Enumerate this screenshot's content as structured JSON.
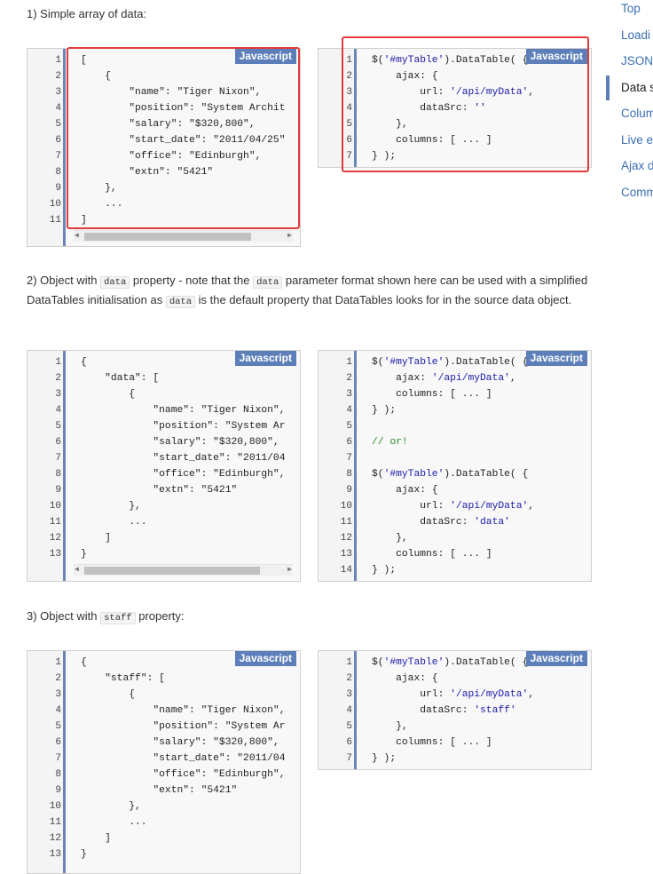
{
  "toc": [
    {
      "label": "Top",
      "active": false
    },
    {
      "label": "Loadi",
      "active": false
    },
    {
      "label": "JSON",
      "active": false
    },
    {
      "label": "Data s",
      "active": true
    },
    {
      "label": "Colum",
      "active": false
    },
    {
      "label": "Live e",
      "active": false
    },
    {
      "label": "Ajax d",
      "active": false
    },
    {
      "label": "Comm",
      "active": false
    }
  ],
  "lang_label": "Javascript",
  "sections": [
    {
      "heading": "1) Simple array of data:",
      "heading_parts": []
    },
    {
      "heading": "",
      "heading_parts": [
        {
          "t": "2) Object with "
        },
        {
          "c": "data"
        },
        {
          "t": " property - note that the "
        },
        {
          "c": "data"
        },
        {
          "t": " parameter format shown here can be used with a simplified DataTables initialisation as "
        },
        {
          "c": "data"
        },
        {
          "t": " is the default property that DataTables looks for in the source data object."
        }
      ]
    },
    {
      "heading": "",
      "heading_parts": [
        {
          "t": "3) Object with "
        },
        {
          "c": "staff"
        },
        {
          "t": " property:"
        }
      ]
    }
  ],
  "code": {
    "s1_json": [
      "[",
      "    {",
      "        \"name\": \"Tiger Nixon\",",
      "        \"position\": \"System Archit",
      "        \"salary\": \"$320,800\",",
      "        \"start_date\": \"2011/04/25\"",
      "        \"office\": \"Edinburgh\",",
      "        \"extn\": \"5421\"",
      "    },",
      "    ...",
      "]"
    ],
    "s1_js": [
      "$('#myTable').DataTable( {",
      "    ajax: {",
      "        url: '/api/myData',",
      "        dataSrc: ''",
      "    },",
      "    columns: [ ... ]",
      "} );"
    ],
    "s2_json": [
      "{",
      "    \"data\": [",
      "        {",
      "            \"name\": \"Tiger Nixon\",",
      "            \"position\": \"System Ar",
      "            \"salary\": \"$320,800\",",
      "            \"start_date\": \"2011/04",
      "            \"office\": \"Edinburgh\",",
      "            \"extn\": \"5421\"",
      "        },",
      "        ...",
      "    ]",
      "}"
    ],
    "s2_js": [
      "$('#myTable').DataTable( {",
      "    ajax: '/api/myData',",
      "    columns: [ ... ]",
      "} );",
      "",
      "// or!",
      "",
      "$('#myTable').DataTable( {",
      "    ajax: {",
      "        url: '/api/myData',",
      "        dataSrc: 'data'",
      "    },",
      "    columns: [ ... ]",
      "} );"
    ],
    "s3_json": [
      "{",
      "    \"staff\": [",
      "        {",
      "            \"name\": \"Tiger Nixon\",",
      "            \"position\": \"System Ar",
      "            \"salary\": \"$320,800\",",
      "            \"start_date\": \"2011/04",
      "            \"office\": \"Edinburgh\",",
      "            \"extn\": \"5421\"",
      "        },",
      "        ...",
      "    ]",
      "}"
    ],
    "s3_js": [
      "$('#myTable').DataTable( {",
      "    ajax: {",
      "        url: '/api/myData',",
      "        dataSrc: 'staff'",
      "    },",
      "    columns: [ ... ]",
      "} );"
    ]
  }
}
